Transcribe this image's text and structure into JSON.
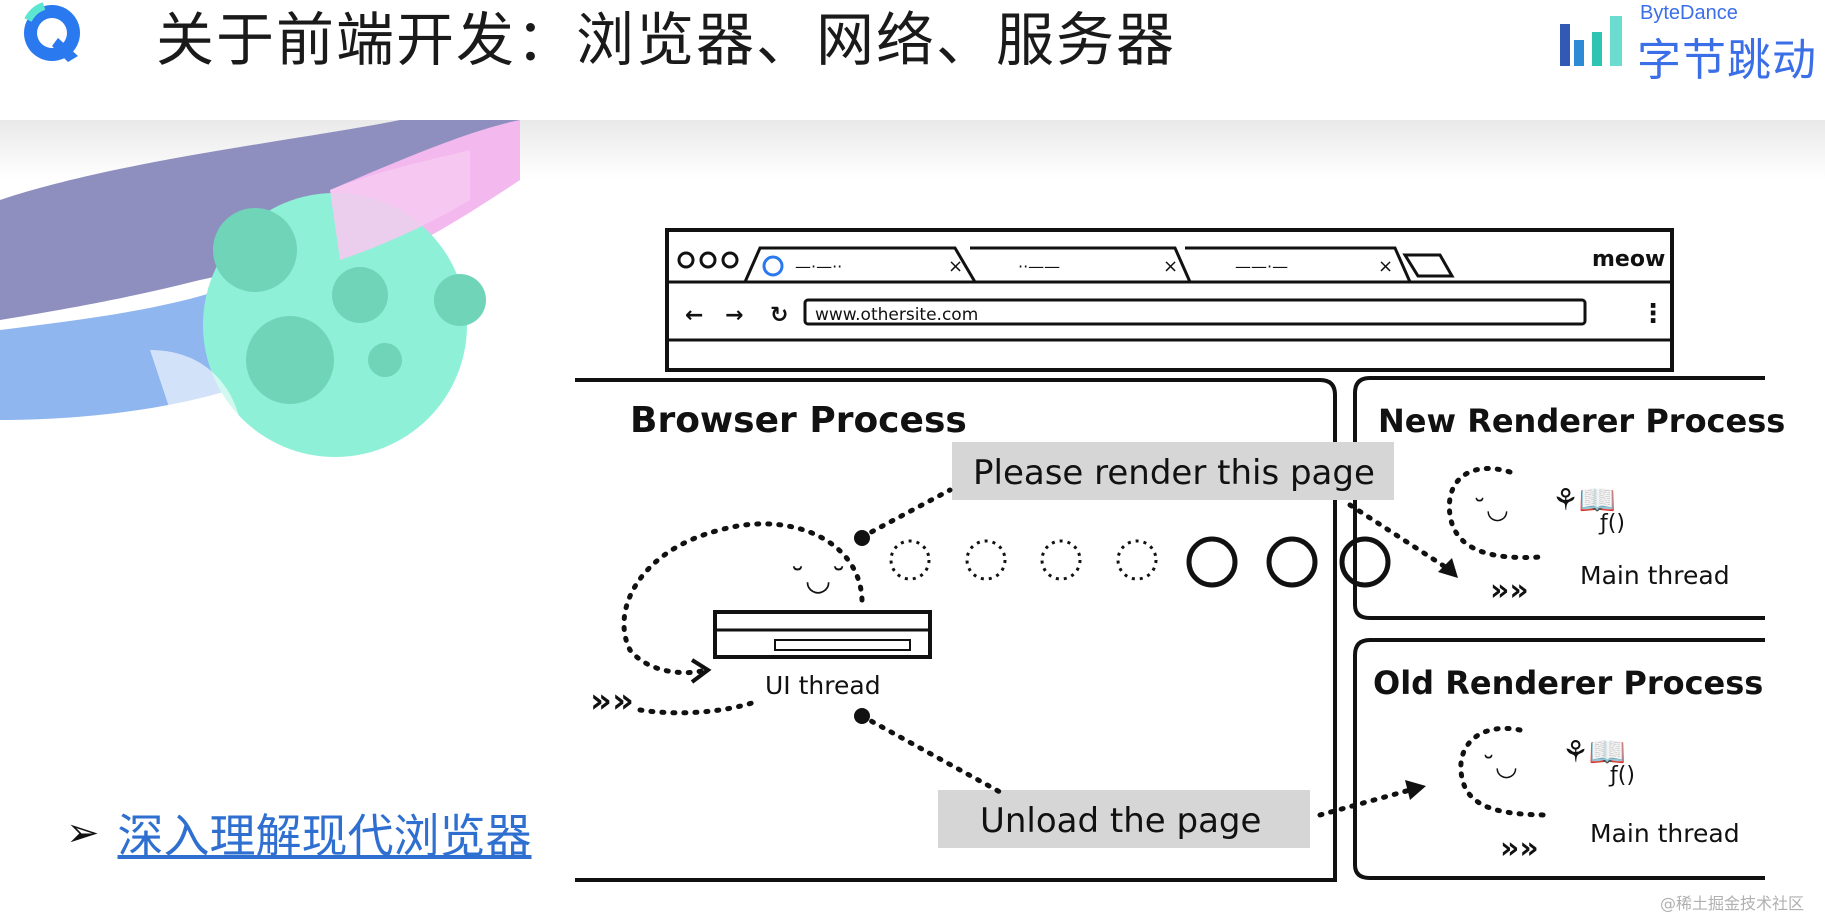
{
  "header": {
    "title": "关于前端开发：浏览器、网络、服务器",
    "brand_en": "ByteDance",
    "brand_cn": "字节跳动"
  },
  "diagram": {
    "tabs": [
      "—·—··",
      "··——",
      "——·—"
    ],
    "window_label": "meow",
    "url": "www.othersite.com",
    "browser_process": "Browser Process",
    "new_renderer": "New Renderer Process",
    "old_renderer": "Old Renderer Process",
    "msg_render": "Please render this page",
    "msg_unload": "Unload the page",
    "ui_thread": "UI thread",
    "main_thread_new": "Main thread",
    "main_thread_old": "Main thread"
  },
  "link": {
    "bullet": "➢",
    "text": "深入理解现代浏览器"
  },
  "watermark": "@稀土掘金技术社区",
  "colors": {
    "accent": "#3b6fe8",
    "link": "#2f6fd0",
    "label_bg": "#d6d6d6",
    "planet": "#8ff0d8"
  }
}
